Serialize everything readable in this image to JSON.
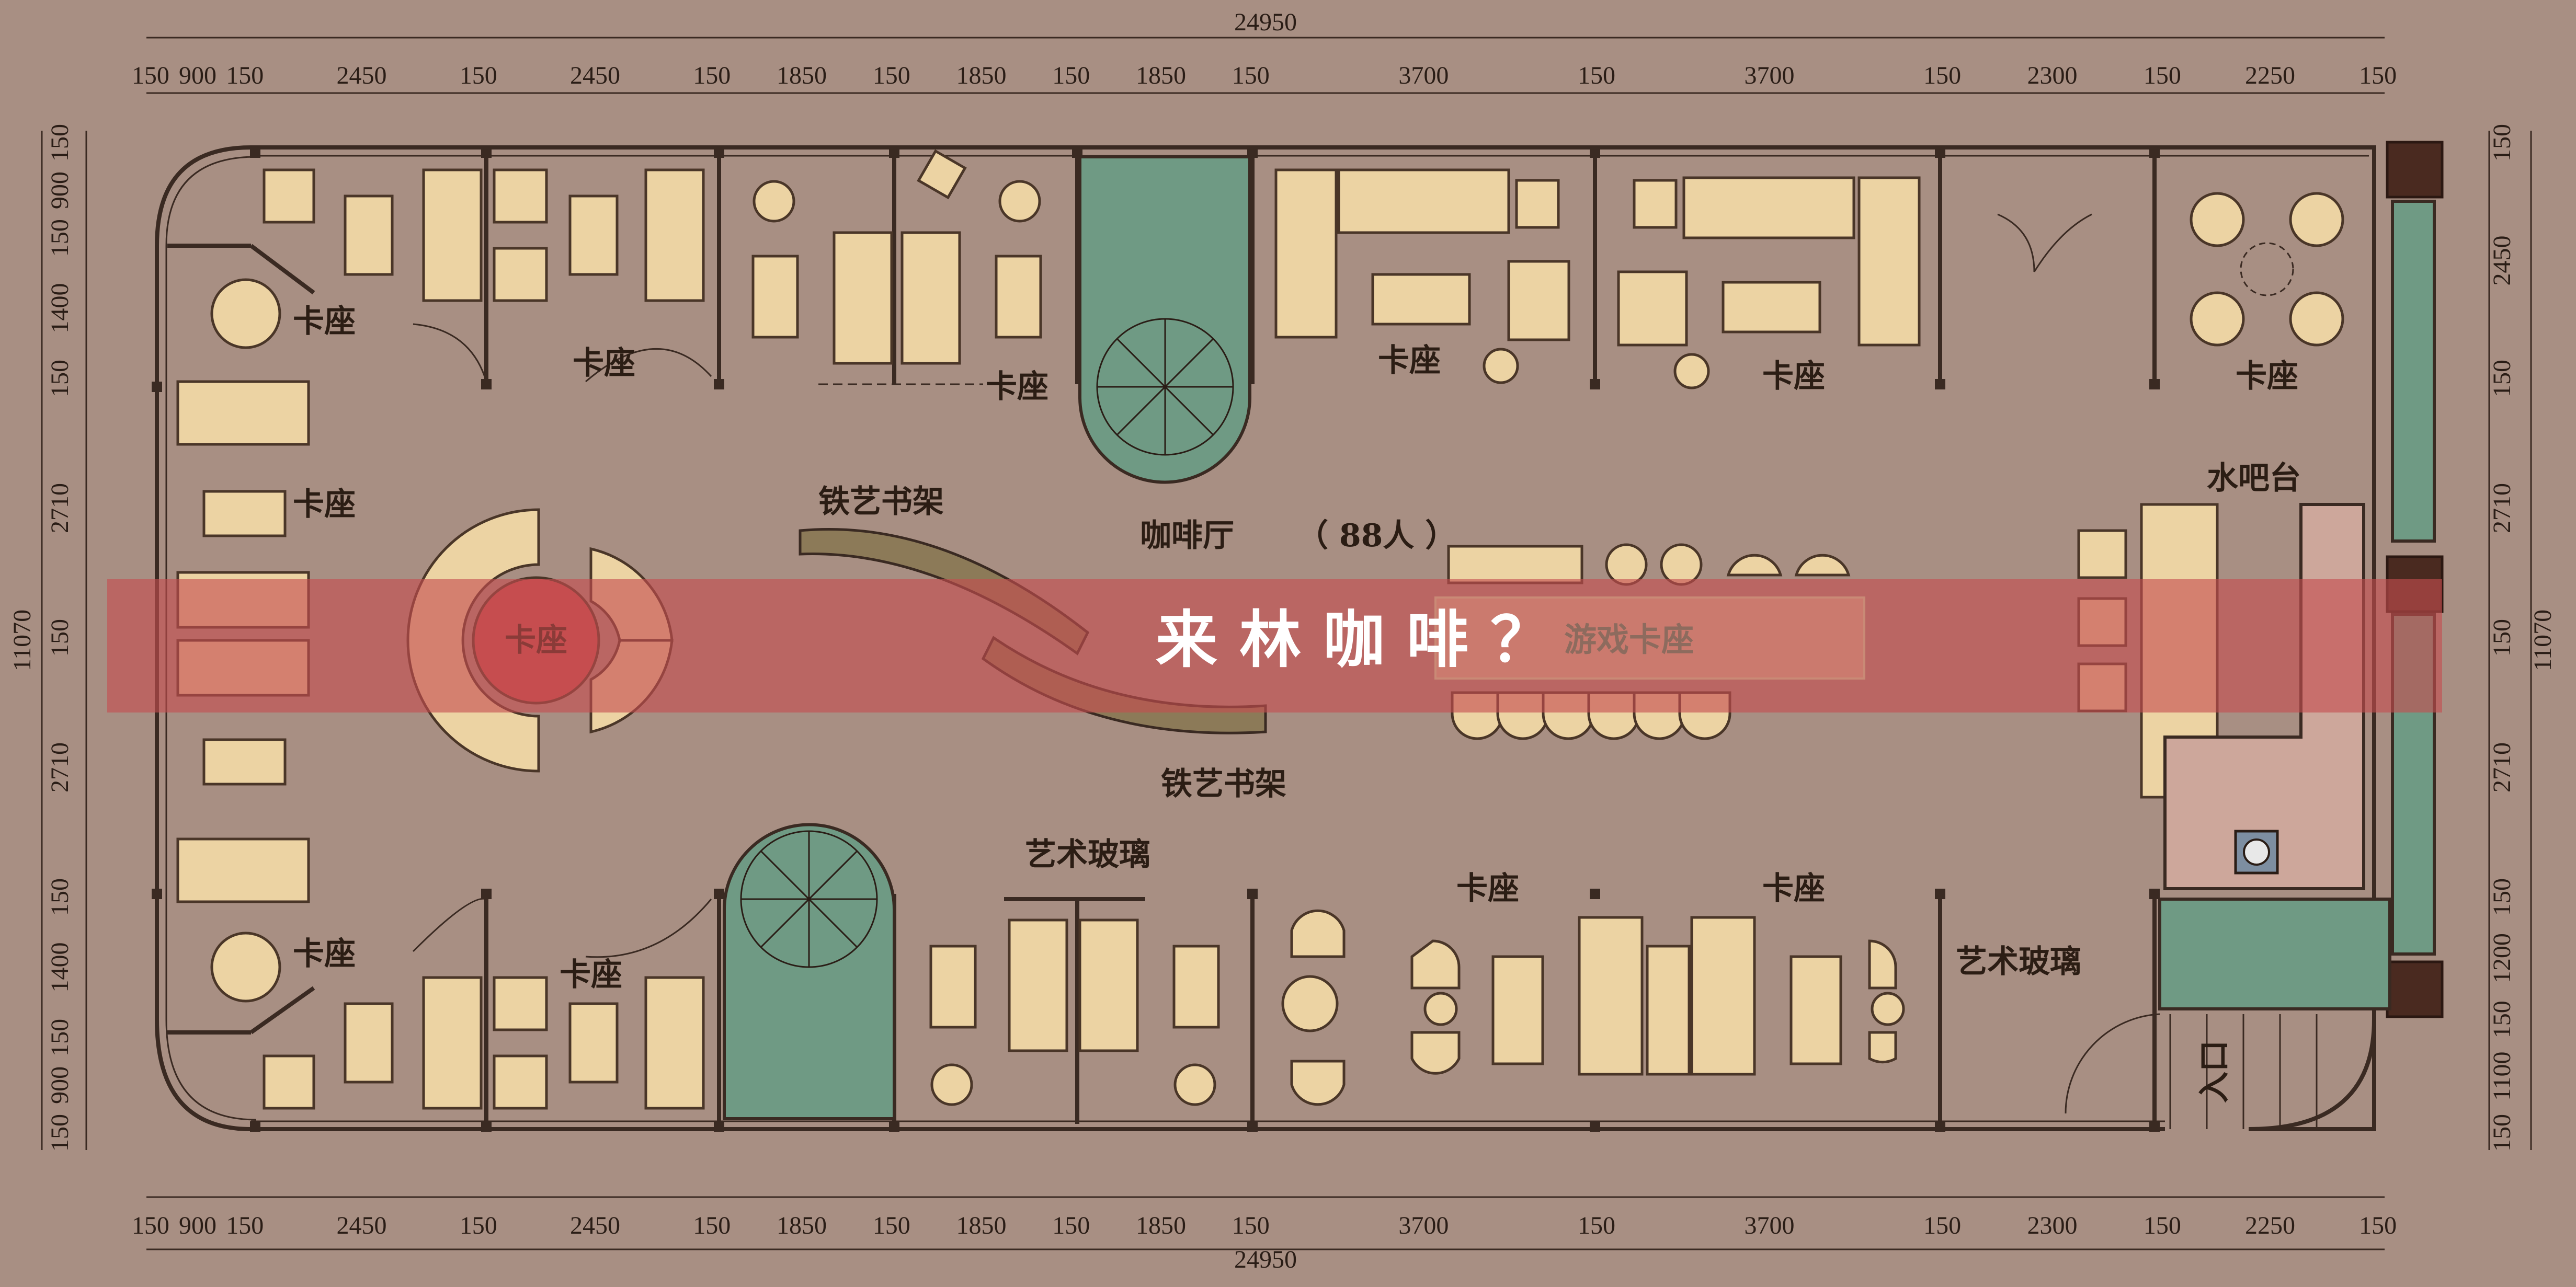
{
  "plan": {
    "overall_width": "24950",
    "overall_height": "11070",
    "top_dims": [
      "150",
      "900",
      "150",
      "2450",
      "150",
      "2450",
      "150",
      "1850",
      "150",
      "1850",
      "150",
      "1850",
      "150",
      "3700",
      "150",
      "3700",
      "150",
      "2300",
      "150",
      "2250",
      "150"
    ],
    "left_dims": [
      "150",
      "900",
      "150",
      "1400",
      "150",
      "2710",
      "150",
      "2710",
      "150",
      "1400",
      "150",
      "900",
      "150"
    ],
    "right_dims": [
      "150",
      "2450",
      "150",
      "2710",
      "150",
      "2710",
      "150",
      "1200",
      "150",
      "1100",
      "150"
    ],
    "labels": {
      "kazuo": "卡座",
      "hall": "咖啡厅",
      "hall_count": "（ 88人 ）",
      "iron_shelf": "铁艺书架",
      "water_bar": "水吧台",
      "art_glass": "艺术玻璃",
      "entrance": "入口"
    },
    "banner": {
      "title": "来林咖啡？",
      "game": "游戏卡座"
    }
  },
  "colors": {
    "background": "#a88f83",
    "furniture": "#ecd3a3",
    "planter": "#6f9a84",
    "wall": "#3a2a22",
    "banner": "#c54d4f"
  }
}
